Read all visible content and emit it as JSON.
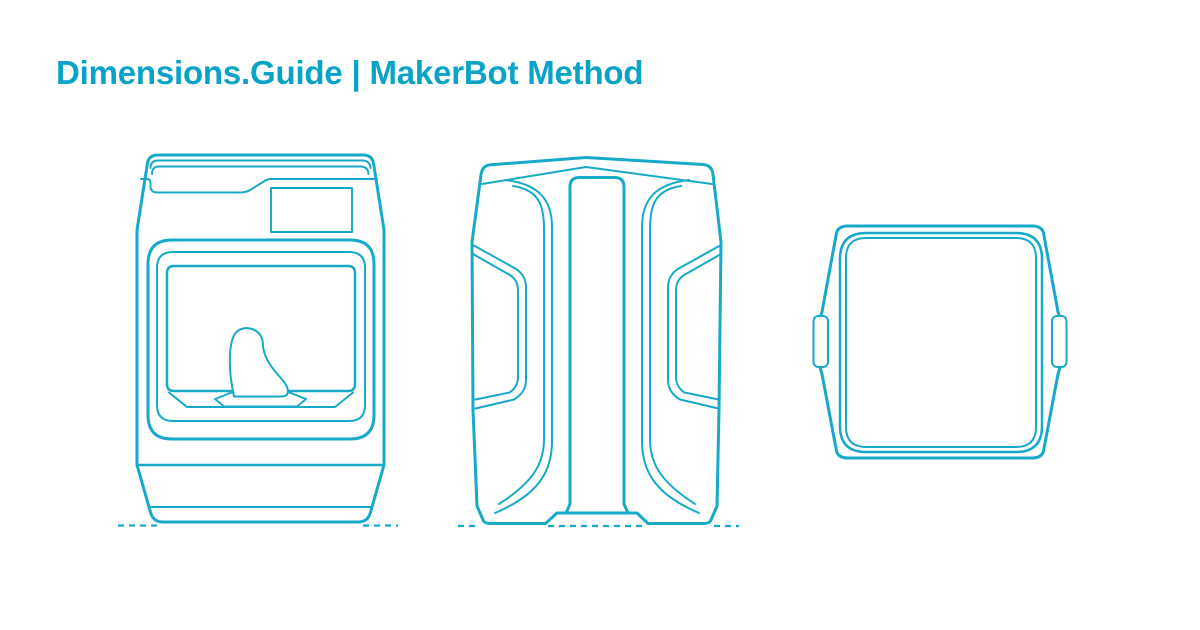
{
  "header": {
    "title": "Dimensions.Guide | MakerBot Method",
    "brand": "Dimensions.Guide",
    "separator": "|",
    "product": "MakerBot Method"
  },
  "colors": {
    "accent": "#17a9c9",
    "title": "#08a3c7",
    "background": "#ffffff"
  }
}
